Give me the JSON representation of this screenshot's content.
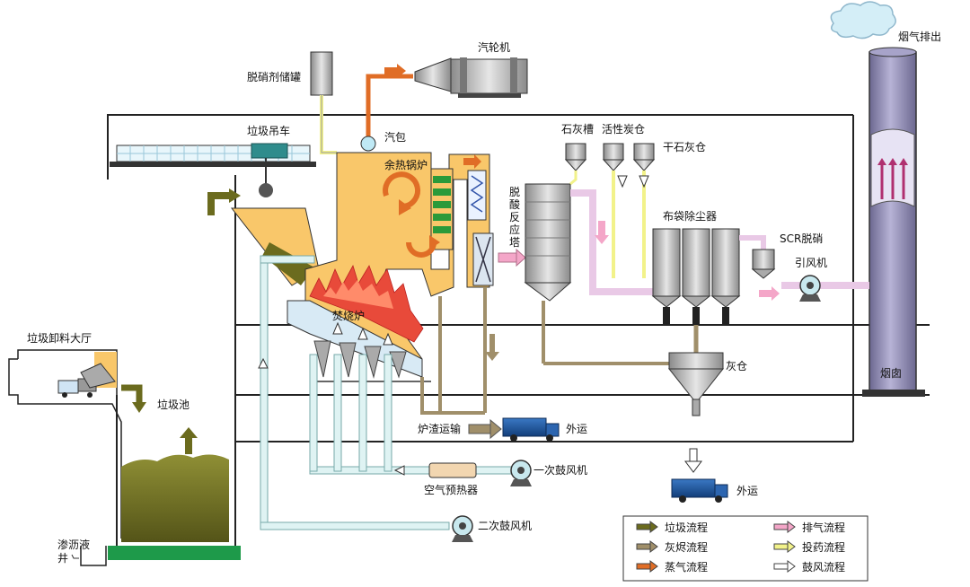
{
  "labels": {
    "smoke_out": "烟气排出",
    "turbine": "汽轮机",
    "denox_tank": "脱硝剂储罐",
    "drum": "汽包",
    "crane": "垃圾吊车",
    "waste_heat_boiler": "余热锅炉",
    "limestone_tank": "石灰槽",
    "activated_carbon": "活性炭仓",
    "dry_lime": "干石灰仓",
    "deacid_tower": "脱\n酸\n反\n应\n塔",
    "bag_filter": "布袋除尘器",
    "scr": "SCR脱硝",
    "id_fan": "引风机",
    "unloading_hall": "垃圾卸料大厅",
    "pit": "垃圾池",
    "grate": "焚烧炉",
    "ash_silo": "灰仓",
    "chimney": "烟囱",
    "slag_transport": "炉渣运输",
    "outbound1": "外运",
    "outbound2": "外运",
    "primary_fan": "一次鼓风机",
    "air_preheater": "空气预热器",
    "secondary_fan": "二次鼓风机",
    "leachate_well": "渗沥液\n井"
  },
  "legend": {
    "items": [
      {
        "label": "垃圾流程",
        "color": "#6b6b1e"
      },
      {
        "label": "排气流程",
        "color": "#f4a6c8"
      },
      {
        "label": "灰烬流程",
        "color": "#a08f6a"
      },
      {
        "label": "投药流程",
        "color": "#f2f28a"
      },
      {
        "label": "蒸气流程",
        "color": "#e06d26"
      },
      {
        "label": "鼓风流程",
        "color": "#ffffff"
      }
    ]
  },
  "colors": {
    "boiler": "#f9c76a",
    "steam": "#e06d26",
    "waste": "#6b6b1e",
    "chimney": "#8d88b3",
    "ash": "#a08f6a",
    "exhaust": "#f4a6c8",
    "air": "#dff3f3"
  }
}
